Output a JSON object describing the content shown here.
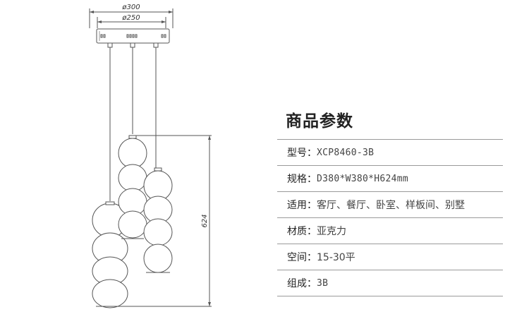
{
  "drawing": {
    "dim_outer": "ø300",
    "dim_inner": "ø250",
    "dim_height": "624"
  },
  "specs": {
    "title": "商品参数",
    "rows": [
      {
        "label": "型号",
        "value": "XCP8460-3B"
      },
      {
        "label": "规格",
        "value": "D380*W380*H624mm"
      },
      {
        "label": "适用",
        "value": "客厅、餐厅、卧室、样板间、别墅"
      },
      {
        "label": "材质",
        "value": "亚克力"
      },
      {
        "label": "空间",
        "value": "15-30平"
      },
      {
        "label": "组成",
        "value": "3B"
      }
    ]
  },
  "colors": {
    "line": "#555555",
    "rule": "#9a9a9a",
    "text": "#333333"
  }
}
